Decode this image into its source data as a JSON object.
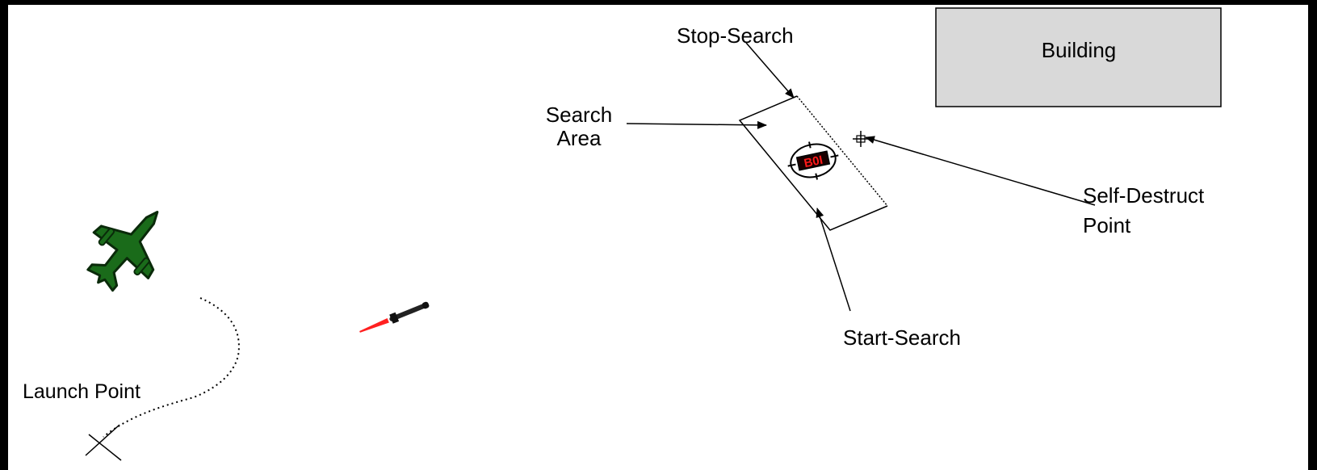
{
  "labels": {
    "building": "Building",
    "stop_search": "Stop-Search",
    "search_area_line1": "Search",
    "search_area_line2": "Area",
    "self_destruct_line1": "Self-Destruct",
    "self_destruct_line2": "Point",
    "start_search": "Start-Search",
    "launch_point": "Launch Point",
    "target_marking": "B0I"
  },
  "colors": {
    "background": "#ffffff",
    "frame": "#000000",
    "building_fill": "#d9d9d9",
    "aircraft_fill": "#1a6b1a",
    "aircraft_outline": "#0a2a0a",
    "missile_body": "#222222",
    "missile_trail": "#ff2020",
    "target_red": "#ff1a1a"
  },
  "icons": {
    "aircraft": "jet-aircraft-icon",
    "missile": "missile-icon",
    "target": "ground-vehicle-target-icon",
    "launch_marker": "x-marker-icon",
    "self_destruct_marker": "crosshair-marker-icon"
  }
}
